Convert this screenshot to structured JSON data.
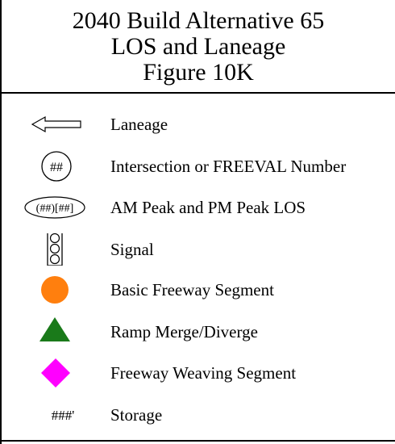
{
  "title": {
    "line1": "2040 Build Alternative 65",
    "line2": "LOS and Laneage",
    "line3": "Figure 10K"
  },
  "legend": {
    "items": [
      {
        "label": "Laneage",
        "icon": "left-arrow-icon"
      },
      {
        "label": "Intersection or FREEVAL Number",
        "icon": "circle-number-icon",
        "symbol_text": "##"
      },
      {
        "label": "AM Peak and PM Peak LOS",
        "icon": "oval-los-icon",
        "symbol_text": "(##)[##]"
      },
      {
        "label": "Signal",
        "icon": "traffic-signal-icon"
      },
      {
        "label": "Basic Freeway Segment",
        "icon": "orange-circle-icon",
        "color": "#ff7f0e"
      },
      {
        "label": "Ramp Merge/Diverge",
        "icon": "green-triangle-icon",
        "color": "#1a7a1a"
      },
      {
        "label": "Freeway Weaving Segment",
        "icon": "magenta-diamond-icon",
        "color": "#ff00ff"
      },
      {
        "label": "Storage",
        "icon": "storage-text-icon",
        "symbol_text": "###'"
      }
    ]
  }
}
